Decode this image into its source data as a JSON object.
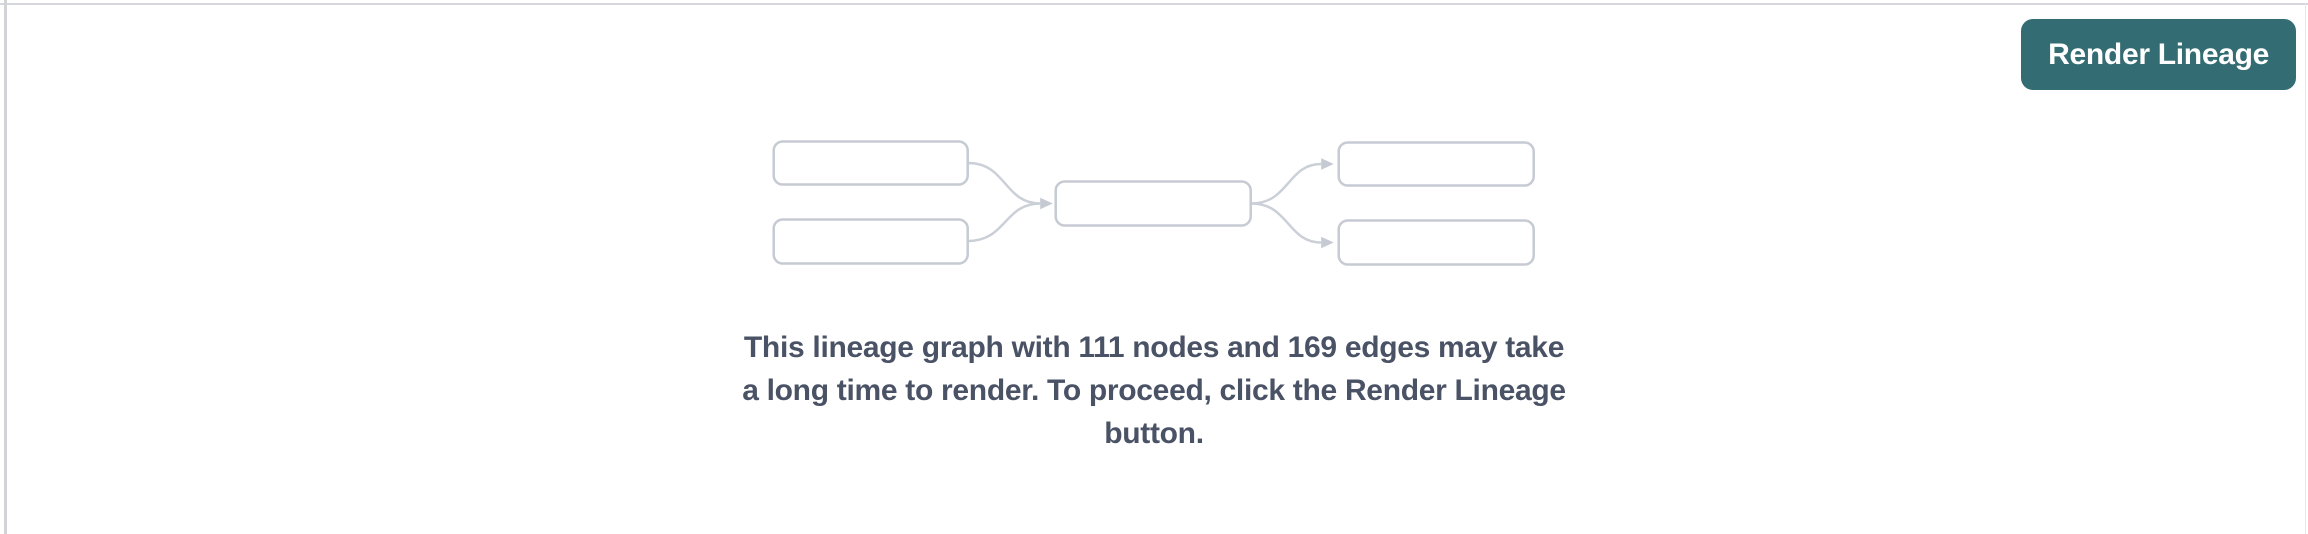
{
  "toolbar": {
    "render_lineage_button": "Render Lineage"
  },
  "message": {
    "lines": [
      "This lineage graph with 111 nodes and 169 edges may take",
      "a long time to render. To proceed, click the Render Lineage",
      "button."
    ],
    "node_count": 111,
    "edge_count": 169
  },
  "placeholder_graphic": {
    "name": "lineage-graph-placeholder",
    "node_boxes": 5,
    "arrow_edges": 4
  },
  "colors": {
    "accent_teal": "#336c72",
    "button_text": "#ffffff",
    "node_border": "#c5cad3",
    "edge_line": "#cbd0d8",
    "message_text": "#4a5265",
    "panel_border_top": "#d6d7da",
    "panel_border_left": "#d2d3d6",
    "background": "#ffffff"
  }
}
